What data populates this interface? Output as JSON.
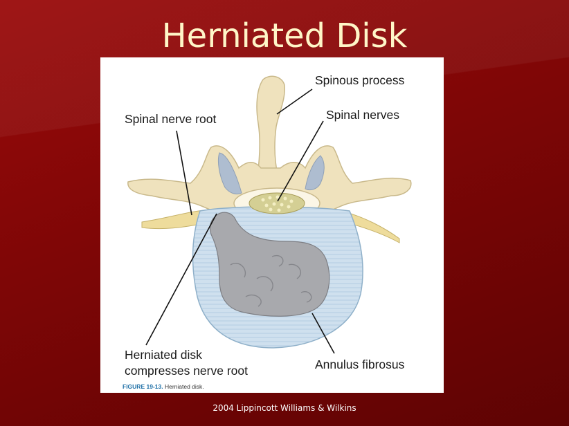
{
  "slide": {
    "title": "Herniated Disk",
    "footer": "2004 Lippincott Williams & Wilkins"
  },
  "figure": {
    "caption_number": "FIGURE 19-13.",
    "caption_text": "Herniated disk.",
    "labels": {
      "spinous_process": "Spinous process",
      "spinal_nerve_root": "Spinal nerve root",
      "spinal_nerves": "Spinal nerves",
      "herniated_line1": "Herniated disk",
      "herniated_line2": "compresses nerve root",
      "annulus_fibrosus": "Annulus fibrosus"
    }
  },
  "colors": {
    "background": "#8a0808",
    "title_text": "#fff6c8",
    "bone": "#efe2bd",
    "annulus": "#c9dcec",
    "nucleus": "#a8a9ad",
    "nerve": "#eedc9c"
  }
}
